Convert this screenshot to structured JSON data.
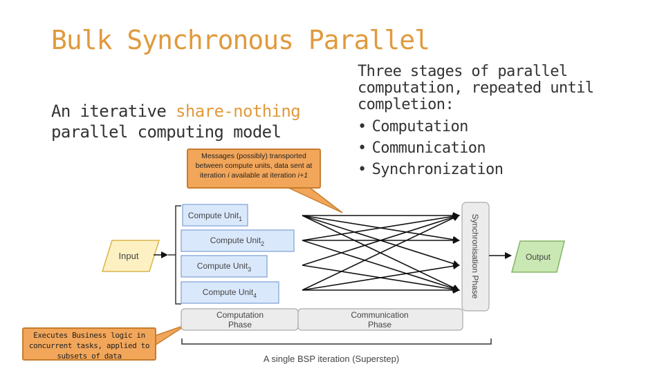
{
  "slide": {
    "title": "Bulk Synchronous Parallel",
    "intro": {
      "before": "An iterative ",
      "highlight": "share-nothing",
      "after": "parallel computing model"
    },
    "stages": {
      "heading": "Three stages of parallel computation, repeated  until completion:",
      "items": [
        "Computation",
        "Communication",
        "Synchronization"
      ]
    },
    "callouts": {
      "messages_pre": "Messages (possibly) transported between compute units, data sent at iteration ",
      "messages_i": "i",
      "messages_mid": " available at iteration ",
      "messages_i1": "i+1",
      "business": "Executes Business logic in concurrent tasks, applied to subsets of data"
    }
  },
  "diagram": {
    "input_label": "Input",
    "output_label": "Output",
    "compute_unit_label": "Compute Unit",
    "compute_units": [
      "1",
      "2",
      "3",
      "4"
    ],
    "sync_label": "Synchronisation Phase",
    "computation_phase": [
      "Computation",
      "Phase"
    ],
    "communication_phase": [
      "Communication",
      "Phase"
    ],
    "superstep_label": "A single BSP iteration (Superstep)",
    "colors": {
      "accent": "#e09a3c",
      "input_fill": "#fdf0c2",
      "output_fill": "#c9e8b3",
      "unit_fill": "#dae8fc",
      "unit_stroke": "#7d9fd3",
      "phase_fill": "#ececec",
      "callout_fill": "#f2a65a"
    }
  }
}
